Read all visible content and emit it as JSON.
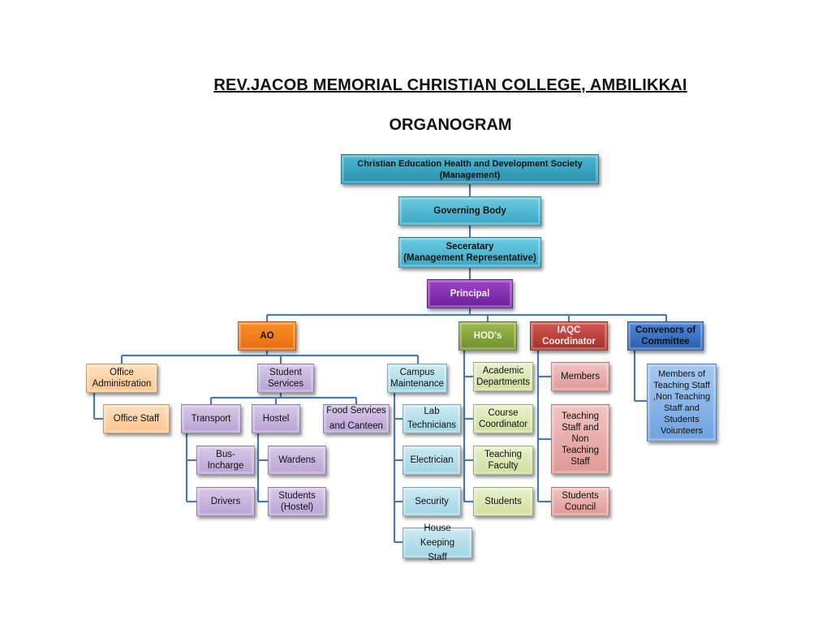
{
  "header": {
    "title": "REV.JACOB MEMORIAL CHRISTIAN COLLEGE, AMBILIKKAI",
    "subtitle": "ORGANOGRAM"
  },
  "nodes": {
    "management": "Christian Education Health and Development Society\n(Management)",
    "governing_body": "Governing Body",
    "secretary": "Seceratary\n(Management Representative)",
    "principal": "Principal",
    "ao": "AO",
    "hods": "HOD's",
    "iaqc": "IAQC\nCoordinator",
    "convenors": "Convenors of\nCommittee",
    "office_admin": "Office\nAdministration",
    "office_staff": "Office Staff",
    "student_services": "Student\nServices",
    "campus_maintenance": "Campus\nMaintenance",
    "transport": "Transport",
    "hostel": "Hostel",
    "food_services": "Food Services\nand Canteen",
    "bus_incharge": "Bus-Incharge",
    "drivers": "Drivers",
    "wardens": "Wardens",
    "students_hostel": "Students\n(Hostel)",
    "lab_technicians": "Lab\nTechnicians",
    "electrician": "Electrician",
    "security": "Security",
    "house_keeping": "House Keeping\nStaff",
    "academic_departments": "Academic\nDepartments",
    "course_coordinator": "Course\nCoordinator",
    "teaching_faculty": "Teaching\nFaculty",
    "students": "Students",
    "members": "Members",
    "teaching_non_teaching": "Teaching\nStaff and\nNon\nTeaching\nStaff",
    "students_council": "Students\nCouncil",
    "committee_members": "Members of\nTeaching Staff\n,Non Teaching\nStaff and\nStudents\nVoiunteers"
  }
}
